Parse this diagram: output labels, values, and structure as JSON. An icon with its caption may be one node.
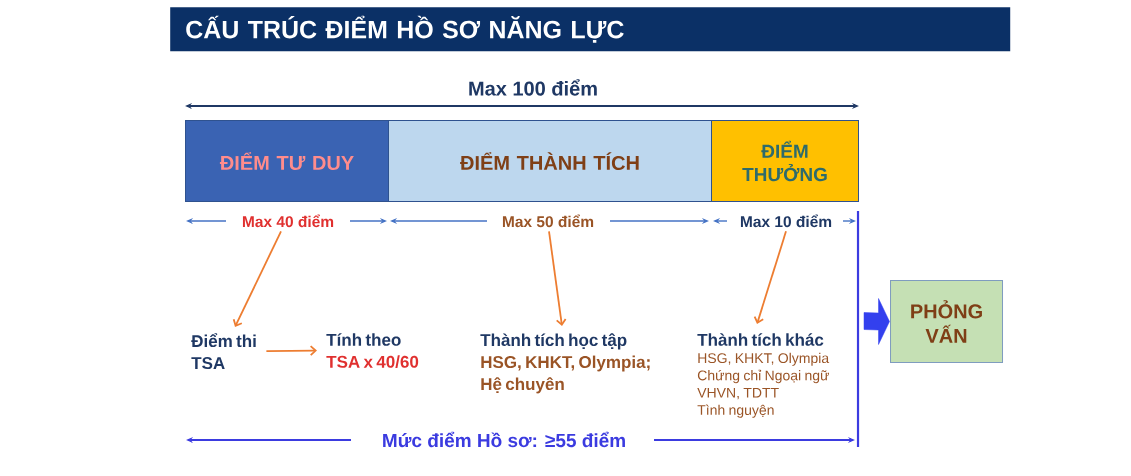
{
  "diagram": {
    "title": "CẤU TRÚC ĐIỂM HỒ SƠ NĂNG LỰC",
    "nodes": [
      {
        "text": [
          "ĐIỂM TƯ DUY"
        ]
      },
      {
        "text": [
          "ĐIỂM THÀNH TÍCH"
        ]
      },
      {
        "text": [
          "ĐIỂM THƯỞNG"
        ]
      },
      {
        "text": [
          "Max 40 điểm"
        ]
      },
      {
        "text": [
          "Max 50 điểm"
        ]
      },
      {
        "text": [
          "Max 10 điểm"
        ]
      },
      {
        "text": [
          "Điểm thi TSA"
        ]
      },
      {
        "text": [
          "Tính theo",
          "TSA x 40/60"
        ]
      },
      {
        "text": [
          "Thành tích học tập",
          "HSG, KHKT, Olympia; Hệ chuyên"
        ]
      },
      {
        "text": [
          "Thành tích khác",
          "HSG, KHKT, Olympia",
          "Chứng chỉ Ngoại ngữ",
          "VHVN, TDTT",
          "Tình nguyện"
        ]
      },
      {
        "text": [
          "PHỎNG VẤN"
        ]
      }
    ],
    "edges": [
      {
        "from": 3,
        "to": 6,
        "arrow": "to"
      },
      {
        "from": 6,
        "to": 7,
        "arrow": "to"
      },
      {
        "from": 4,
        "to": 8,
        "arrow": "to"
      },
      {
        "from": 5,
        "to": 9,
        "arrow": "to"
      },
      {
        "from": null,
        "to": 10,
        "arrow": "to",
        "style": "thick",
        "color": "#3340ee"
      }
    ],
    "labels": [
      "Max 100 điểm",
      "Mức điểm Hồ sơ: ≥55 điểm"
    ]
  }
}
